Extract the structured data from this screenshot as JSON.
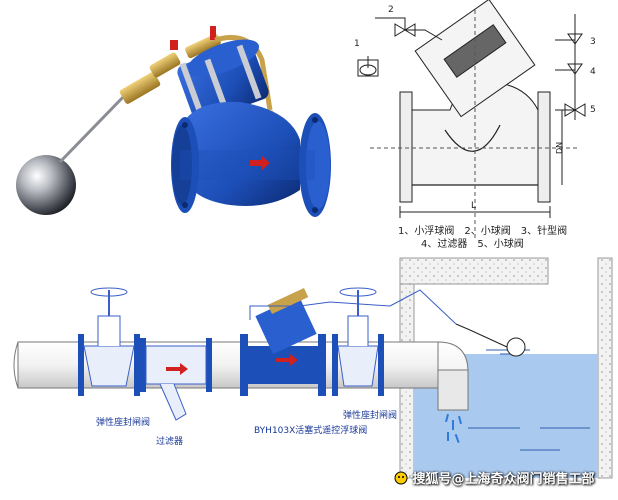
{
  "schematic": {
    "callouts": [
      "1",
      "2",
      "3",
      "4",
      "5"
    ],
    "dimension_dn": "DN",
    "dimension_l": "L"
  },
  "legend": {
    "line1": "1、小浮球阀　2、小球阀　3、针型阀",
    "line2": "4、过滤器　5、小球阀"
  },
  "installation": {
    "gate_valve_left": "弹性座封闸阀",
    "filter": "过滤器",
    "float_valve": "BYH103X活塞式遥控浮球阀",
    "gate_valve_right": "弹性座封闸阀"
  },
  "watermark": {
    "text": "搜狐号@上海奇众阀门销售工部"
  },
  "colors": {
    "valve_blue": "#1d4fb8",
    "valve_blue_dark": "#0f2f7a",
    "brass": "#c8a24a",
    "line_blue": "#3a5fc8",
    "water": "#a9c9ee"
  }
}
